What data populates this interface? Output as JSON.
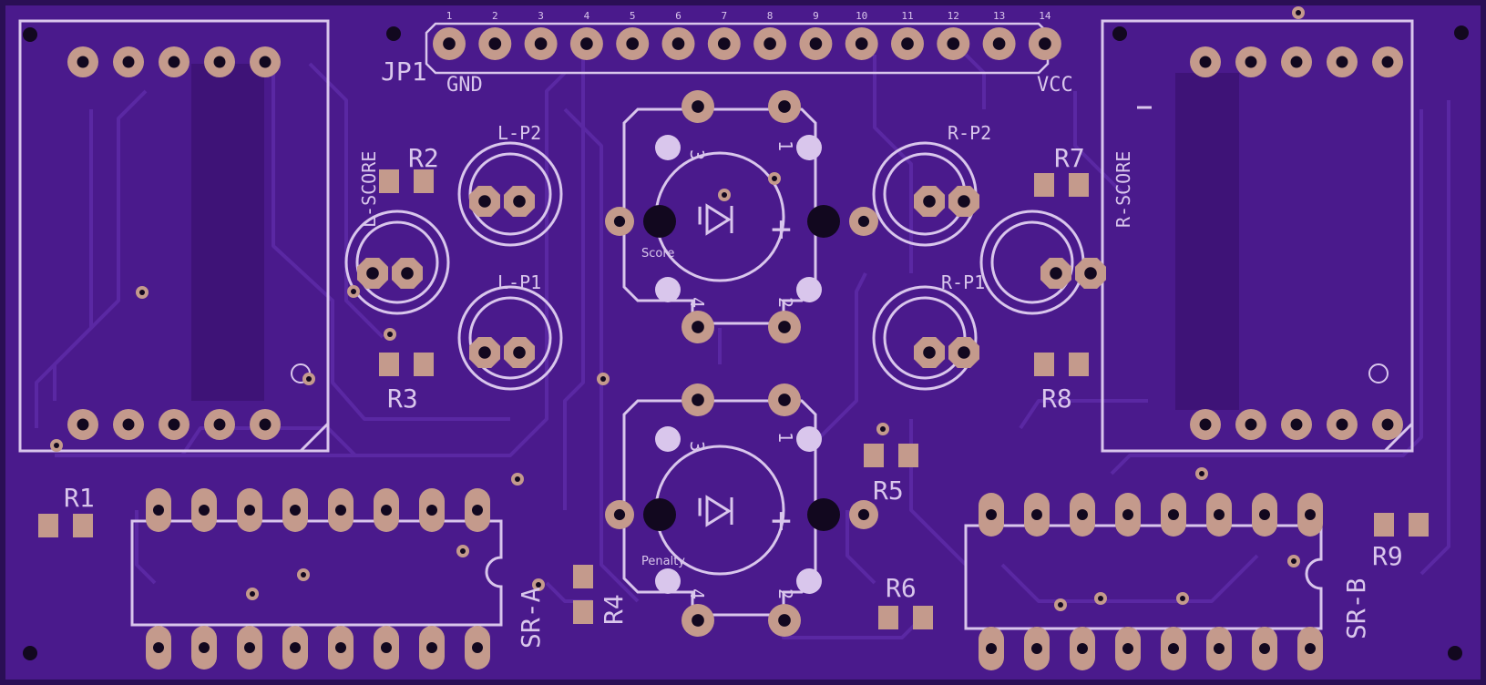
{
  "colors": {
    "board": "#4a1a8c",
    "board_edge": "#2a0f55",
    "trace": "#5a28a3",
    "copper_fill": "#3e1377",
    "pad": "#c49a8c",
    "silk": "#d9c6ec",
    "drill": "#12081f"
  },
  "header": {
    "ref": "JP1",
    "gnd_label": "GND",
    "vcc_label": "VCC",
    "pins": [
      "1",
      "2",
      "3",
      "4",
      "5",
      "6",
      "7",
      "8",
      "9",
      "10",
      "11",
      "12",
      "13",
      "14"
    ]
  },
  "labels": {
    "r1": "R1",
    "r2": "R2",
    "r3": "R3",
    "r4": "R4",
    "r5": "R5",
    "r6": "R6",
    "r7": "R7",
    "r8": "R8",
    "r9": "R9",
    "l_p2": "L-P2",
    "l_p1": "L-P1",
    "r_p2": "R-P2",
    "r_p1": "R-P1",
    "l_score": "L-SCORE",
    "r_score": "R-SCORE",
    "sr_a": "SR-A",
    "sr_b": "SR-B",
    "score_btn": "Score",
    "penalty_btn": "Penalty",
    "btn_pin1": "1",
    "btn_pin2": "2",
    "btn_pin3": "3",
    "btn_pin4": "4",
    "minus": "−",
    "plus": "+"
  }
}
